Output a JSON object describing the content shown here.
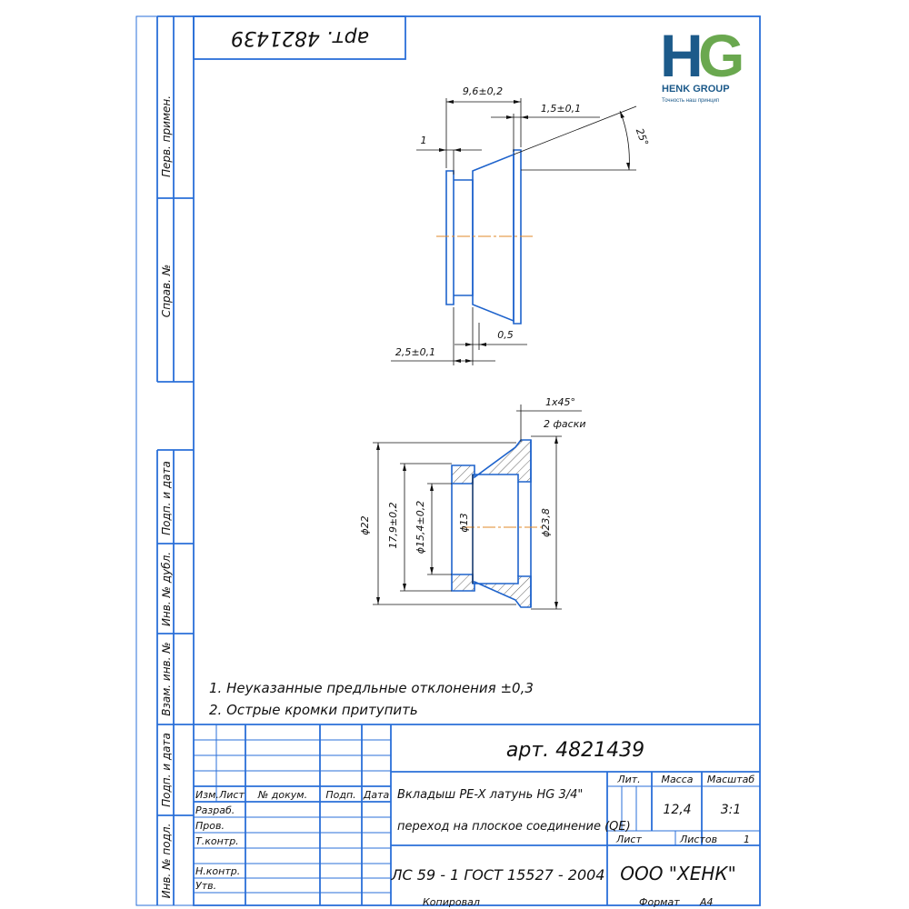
{
  "header": {
    "article_rotated": "арт. 4821439"
  },
  "logo": {
    "letters": "HG",
    "company": "HENK GROUP",
    "tagline": "Точность наш принцип",
    "colors": {
      "blue": "#1c5a8a",
      "green": "#6aa84f"
    }
  },
  "side_labels": {
    "perv_primen": "Перв. примен.",
    "sprav_no": "Справ. №",
    "podp_data_top": "Подп. и дата",
    "inv_dubl": "Инв. № дубл.",
    "vzam_inv": "Взам. инв. №",
    "podp_data_bottom": "Подп. и дата",
    "inv_podl": "Инв. № подл."
  },
  "top_view": {
    "dim_overall": "9,6±0,2",
    "dim_flange": "1,5±0,1",
    "dim_1": "1",
    "dim_angle": "25°",
    "dim_left": "2,5±0,1",
    "dim_right": "0,5"
  },
  "section_view": {
    "chamfer": "1х45°",
    "chamfer_count": "2 фаски",
    "d22": "ϕ22",
    "d17_9": "17,9±0,2",
    "d15_4": "ϕ15,4±0,2",
    "d13": "ϕ13",
    "d23_8": "ϕ23,8"
  },
  "notes": [
    "1. Неуказанные предльные отклонения ±0,3",
    "2. Острые кромки притупить"
  ],
  "title_block": {
    "article": "арт. 4821439",
    "col_izm": "Изм.",
    "col_list": "Лист",
    "col_doc": "№ докум.",
    "col_podp": "Подп.",
    "col_data": "Дата",
    "row_razrab": "Разраб.",
    "row_prov": "Пров.",
    "row_tkontr": "Т.контр.",
    "row_nkontr": "Н.контр.",
    "row_utv": "Утв.",
    "name_line1": "Вкладыш PE-X латунь HG 3/4\"",
    "name_line2": "переход на плоское соединение (QE)",
    "lit_label": "Лит.",
    "massa_label": "Масса",
    "masshtab_label": "Масштаб",
    "massa_value": "12,4",
    "masshtab_value": "3:1",
    "list_label": "Лист",
    "listov_label": "Листов",
    "listov_value": "1",
    "material": "ЛС 59 - 1 ГОСТ 15527 - 2004",
    "organization": "ООО \"ХЕНК\""
  },
  "footer": {
    "kopiroval": "Копировал",
    "format": "Формат",
    "format_value": "A4"
  }
}
